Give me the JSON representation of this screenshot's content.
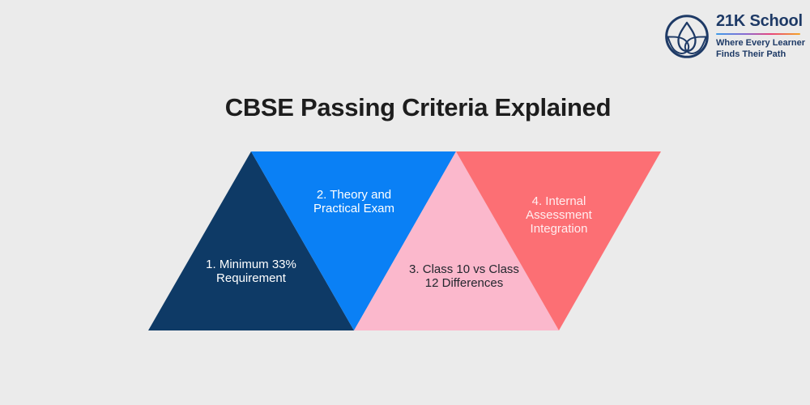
{
  "background_color": "#ebebeb",
  "header": {
    "logo": {
      "brand": "21K School",
      "brand_color": "#1e3a66",
      "icon": "lotus-circle-icon",
      "divider_gradient": [
        "#3d9be9",
        "#8a6bd1",
        "#e8467c",
        "#f5a623"
      ],
      "tagline_line1": "Where Every Learner",
      "tagline_line2": "Finds Their Path"
    }
  },
  "title": "CBSE Passing Criteria Explained",
  "diagram": {
    "type": "alternating-triangle-strip",
    "items": [
      {
        "number": 1,
        "orientation": "up",
        "label": "1. Minimum 33% Requirement",
        "lines": [
          "1. Minimum 33%",
          "Requirement"
        ],
        "fill": "#0e3a66",
        "text_color": "#ffffff"
      },
      {
        "number": 2,
        "orientation": "down",
        "label": "2. Theory and Practical Exam",
        "lines": [
          "2. Theory and",
          "Practical Exam"
        ],
        "fill": "#0a80f5",
        "text_color": "#ffffff"
      },
      {
        "number": 3,
        "orientation": "up",
        "label": "3. Class 10 vs Class 12 Differences",
        "lines": [
          "3. Class 10 vs Class",
          "12 Differences"
        ],
        "fill": "#fbb8cc",
        "text_color": "#23272e"
      },
      {
        "number": 4,
        "orientation": "down",
        "label": "4. Internal Assessment Integration",
        "lines": [
          "4. Internal",
          "Assessment",
          "Integration"
        ],
        "fill": "#fc6f74",
        "text_color": "#ffeef0"
      }
    ]
  }
}
